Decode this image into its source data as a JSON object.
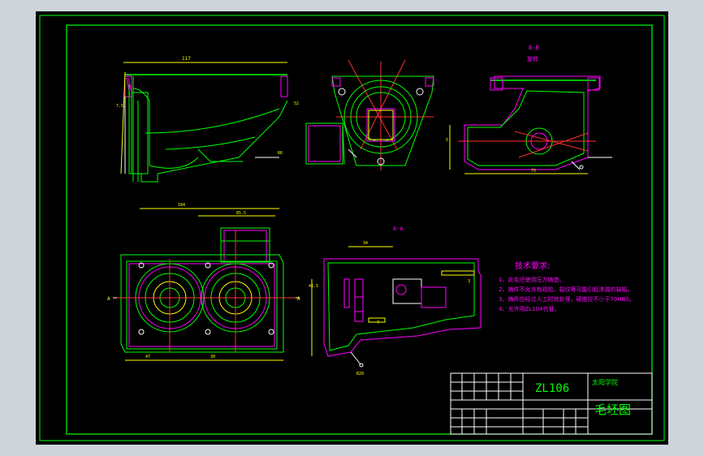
{
  "colors": {
    "background": "#cfd4db",
    "canvas": "#000000",
    "frame": "#00ff00",
    "hatch": "#ff00ff",
    "outline": "#ffffff",
    "dimension": "#ffff00",
    "center": "#ff3030",
    "detail": "#00ffff"
  },
  "views": {
    "section_bb_label": "B-B",
    "section_bb_sublabel": "旋转",
    "section_aa_label": "A-A",
    "marker_a_left": "A",
    "marker_a_right": "A"
  },
  "dimensions": {
    "top_width": "117",
    "bottom_width": "184",
    "bottom_span": "85.5",
    "right_width": "75",
    "d1": "7.5",
    "d2": "5",
    "d3": "52",
    "d4": "R6",
    "d5": "47",
    "d6": "30",
    "d7": "34",
    "d8": "41.5",
    "d9": "3",
    "d10": "7",
    "d11": "R20"
  },
  "notes": {
    "title": "技术要求:",
    "items": [
      "1、此毛坯使用压力铸造。",
      "2、铸件不允许有疏松、裂纹等可能引起渗漏的缺陷。",
      "3、铸件应经过人工时效处理，硬度应不小于70HBS。",
      "4、允许用ZL104代替。"
    ]
  },
  "title_block": {
    "material": "ZL106",
    "company": "太阳学院",
    "drawing_name": "毛坯图"
  }
}
